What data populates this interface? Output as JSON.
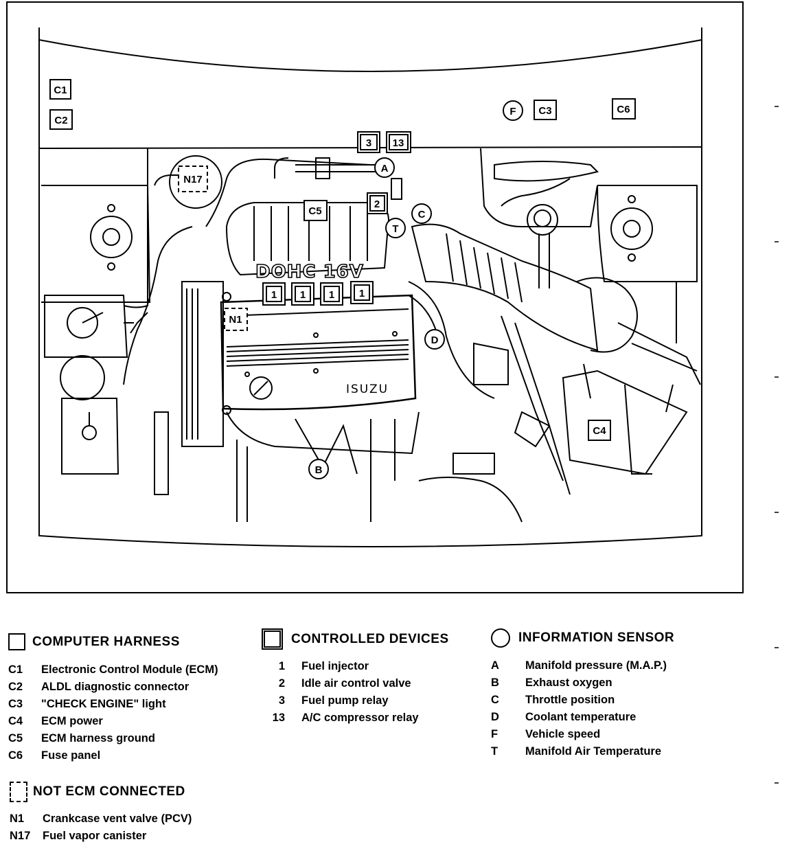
{
  "diagram": {
    "labels": {
      "C1": "C1",
      "C2": "C2",
      "C3": "C3",
      "C4": "C4",
      "C5": "C5",
      "C6": "C6",
      "n3": "3",
      "n13": "13",
      "n2": "2",
      "n1": "1",
      "A": "A",
      "B": "B",
      "C": "C",
      "D": "D",
      "F": "F",
      "T": "T",
      "N1": "N1",
      "N17": "N17"
    },
    "engine_text": {
      "dohc": "DOHC 16V",
      "brand": "ISUZU"
    }
  },
  "legend": {
    "computer_harness": {
      "title": "COMPUTER HARNESS",
      "items": [
        {
          "code": "C1",
          "label": "Electronic Control Module (ECM)"
        },
        {
          "code": "C2",
          "label": "ALDL diagnostic connector"
        },
        {
          "code": "C3",
          "label": "\"CHECK ENGINE\" light"
        },
        {
          "code": "C4",
          "label": "ECM power"
        },
        {
          "code": "C5",
          "label": "ECM harness ground"
        },
        {
          "code": "C6",
          "label": "Fuse panel"
        }
      ]
    },
    "controlled_devices": {
      "title": "CONTROLLED DEVICES",
      "items": [
        {
          "code": "1",
          "label": "Fuel injector"
        },
        {
          "code": "2",
          "label": "Idle air control valve"
        },
        {
          "code": "3",
          "label": "Fuel pump relay"
        },
        {
          "code": "13",
          "label": "A/C compressor relay"
        }
      ]
    },
    "information_sensor": {
      "title": "INFORMATION SENSOR",
      "items": [
        {
          "code": "A",
          "label": "Manifold pressure (M.A.P.)"
        },
        {
          "code": "B",
          "label": "Exhaust oxygen"
        },
        {
          "code": "C",
          "label": "Throttle position"
        },
        {
          "code": "D",
          "label": "Coolant temperature"
        },
        {
          "code": "F",
          "label": "Vehicle speed"
        },
        {
          "code": "T",
          "label": "Manifold Air Temperature"
        }
      ]
    },
    "not_ecm_connected": {
      "title": "NOT ECM CONNECTED",
      "items": [
        {
          "code": "N1",
          "label": "Crankcase vent valve (PCV)"
        },
        {
          "code": "N17",
          "label": "Fuel vapor canister"
        }
      ]
    }
  }
}
